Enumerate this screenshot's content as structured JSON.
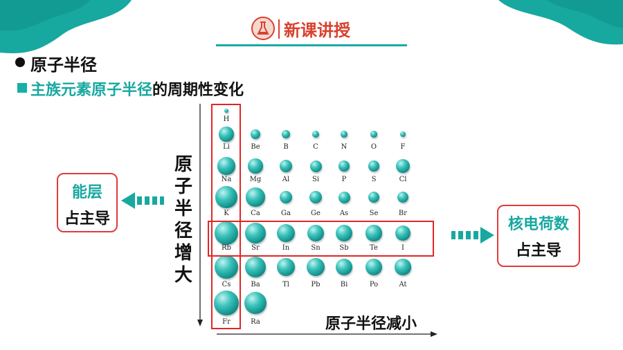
{
  "header": {
    "title": "新课讲授",
    "icon": "flask-icon"
  },
  "section": {
    "title": "原子半径"
  },
  "subtitle": {
    "highlight": "主族元素原子半径",
    "rest": "的周期性变化"
  },
  "axes": {
    "vertical_label": "原子半径增大",
    "horizontal_label": "原子半径减小"
  },
  "left_callout": {
    "line1": "能层",
    "line2": "占主导"
  },
  "right_callout": {
    "line1": "核电荷数",
    "line2": "占主导"
  },
  "colors": {
    "teal": "#17a8a0",
    "red": "#e02626",
    "header_red": "#d9412f"
  },
  "periodic_table": {
    "columns": 7,
    "rows": [
      {
        "cells": [
          {
            "symbol": "H",
            "col": 0,
            "r": 0.18
          }
        ]
      },
      {
        "cells": [
          {
            "symbol": "Li",
            "col": 0,
            "r": 0.62
          },
          {
            "symbol": "Be",
            "col": 1,
            "r": 0.42
          },
          {
            "symbol": "B",
            "col": 2,
            "r": 0.34
          },
          {
            "symbol": "C",
            "col": 3,
            "r": 0.29
          },
          {
            "symbol": "N",
            "col": 4,
            "r": 0.28
          },
          {
            "symbol": "O",
            "col": 5,
            "r": 0.27
          },
          {
            "symbol": "F",
            "col": 6,
            "r": 0.25
          }
        ]
      },
      {
        "cells": [
          {
            "symbol": "Na",
            "col": 0,
            "r": 0.74
          },
          {
            "symbol": "Mg",
            "col": 1,
            "r": 0.62
          },
          {
            "symbol": "Al",
            "col": 2,
            "r": 0.55
          },
          {
            "symbol": "Si",
            "col": 3,
            "r": 0.5
          },
          {
            "symbol": "P",
            "col": 4,
            "r": 0.46
          },
          {
            "symbol": "S",
            "col": 5,
            "r": 0.45
          },
          {
            "symbol": "Cl",
            "col": 6,
            "r": 0.58
          }
        ]
      },
      {
        "cells": [
          {
            "symbol": "K",
            "col": 0,
            "r": 0.92
          },
          {
            "symbol": "Ca",
            "col": 1,
            "r": 0.8
          },
          {
            "symbol": "Ga",
            "col": 2,
            "r": 0.55
          },
          {
            "symbol": "Ge",
            "col": 3,
            "r": 0.52
          },
          {
            "symbol": "As",
            "col": 4,
            "r": 0.5
          },
          {
            "symbol": "Se",
            "col": 5,
            "r": 0.48
          },
          {
            "symbol": "Br",
            "col": 6,
            "r": 0.48
          }
        ]
      },
      {
        "cells": [
          {
            "symbol": "Rb",
            "col": 0,
            "r": 1.0
          },
          {
            "symbol": "Sr",
            "col": 1,
            "r": 0.9
          },
          {
            "symbol": "In",
            "col": 2,
            "r": 0.78
          },
          {
            "symbol": "Sn",
            "col": 3,
            "r": 0.72
          },
          {
            "symbol": "Sb",
            "col": 4,
            "r": 0.72
          },
          {
            "symbol": "Te",
            "col": 5,
            "r": 0.68
          },
          {
            "symbol": "I",
            "col": 6,
            "r": 0.64
          }
        ]
      },
      {
        "cells": [
          {
            "symbol": "Cs",
            "col": 0,
            "r": 1.0
          },
          {
            "symbol": "Ba",
            "col": 1,
            "r": 0.9
          },
          {
            "symbol": "Tl",
            "col": 2,
            "r": 0.78
          },
          {
            "symbol": "Pb",
            "col": 3,
            "r": 0.76
          },
          {
            "symbol": "Bi",
            "col": 4,
            "r": 0.72
          },
          {
            "symbol": "Po",
            "col": 5,
            "r": 0.7
          },
          {
            "symbol": "At",
            "col": 6,
            "r": 0.68
          }
        ]
      },
      {
        "cells": [
          {
            "symbol": "Fr",
            "col": 0,
            "r": 1.05
          },
          {
            "symbol": "Ra",
            "col": 1,
            "r": 0.97
          }
        ]
      }
    ]
  }
}
